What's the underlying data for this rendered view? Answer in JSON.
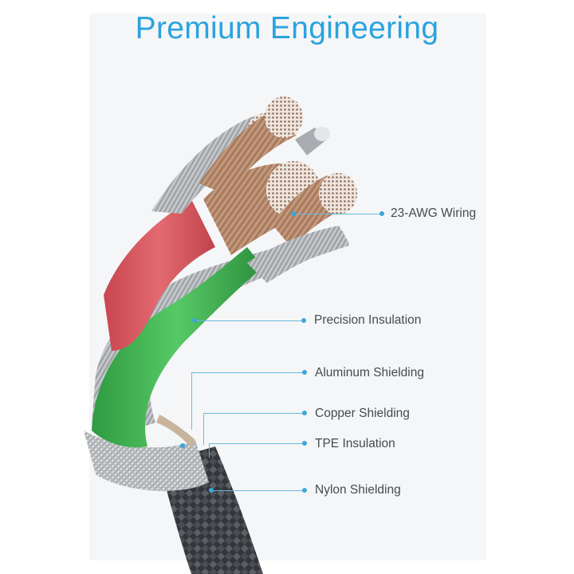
{
  "title": "Premium Engineering",
  "colors": {
    "title": "#2aa3de",
    "callout": "#3aa7d9",
    "text": "#444b52",
    "red_insulation": "#d9525a",
    "green_insulation": "#3cb34f",
    "copper": "#b88a6c",
    "silver": "#b9bcc0",
    "braid": "#3b3e42"
  },
  "callouts": [
    {
      "label": "23-AWG Wiring"
    },
    {
      "label": "Precision Insulation"
    },
    {
      "label": "Aluminum Shielding"
    },
    {
      "label": "Copper Shielding"
    },
    {
      "label": "TPE Insulation"
    },
    {
      "label": "Nylon Shielding"
    }
  ]
}
